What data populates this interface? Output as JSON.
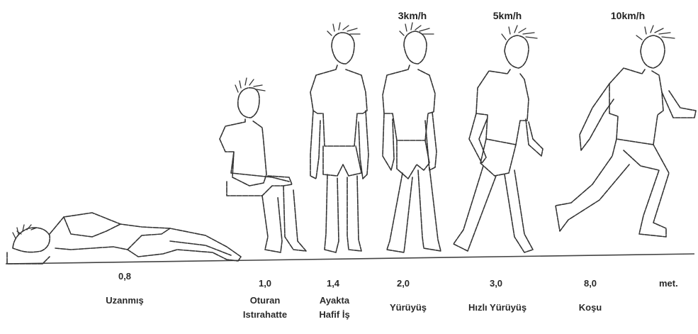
{
  "unit": "met.",
  "activities": [
    {
      "value": "0,8",
      "label": [
        "Uzanmış"
      ],
      "speed": ""
    },
    {
      "value": "1,0",
      "label": [
        "Oturan",
        "Istırahatte"
      ],
      "speed": ""
    },
    {
      "value": "1,4",
      "label": [
        "Ayakta",
        "Hafif İş"
      ],
      "speed": ""
    },
    {
      "value": "2,0",
      "label": [
        "Yürüyüş"
      ],
      "speed": "3km/h"
    },
    {
      "value": "3,0",
      "label": [
        "Hızlı Yürüyüş"
      ],
      "speed": "5km/h"
    },
    {
      "value": "8,0",
      "label": [
        "Koşu"
      ],
      "speed": "10km/h"
    }
  ],
  "figures": [
    "lying-figure",
    "sitting-figure",
    "standing-figure",
    "walking-figure",
    "fast-walking-figure",
    "running-figure"
  ]
}
